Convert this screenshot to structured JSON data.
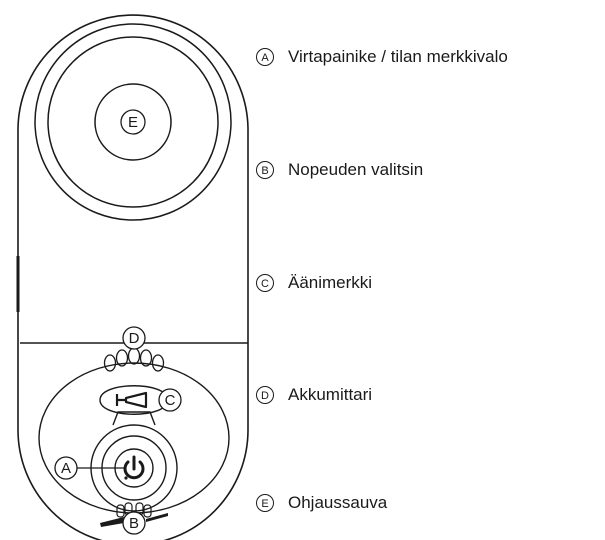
{
  "diagram": {
    "stroke_color": "#1a1a1a",
    "background": "#ffffff",
    "callouts": {
      "a": "A",
      "b": "B",
      "c": "C",
      "d": "D",
      "e": "E"
    },
    "battery_segments": 5
  },
  "legend": [
    {
      "letter": "A",
      "text": "Virtapainike / tilan merkkivalo"
    },
    {
      "letter": "B",
      "text": "Nopeuden valitsin"
    },
    {
      "letter": "C",
      "text": "Äänimerkki"
    },
    {
      "letter": "D",
      "text": "Akkumittari"
    },
    {
      "letter": "E",
      "text": "Ohjaussauva"
    }
  ]
}
